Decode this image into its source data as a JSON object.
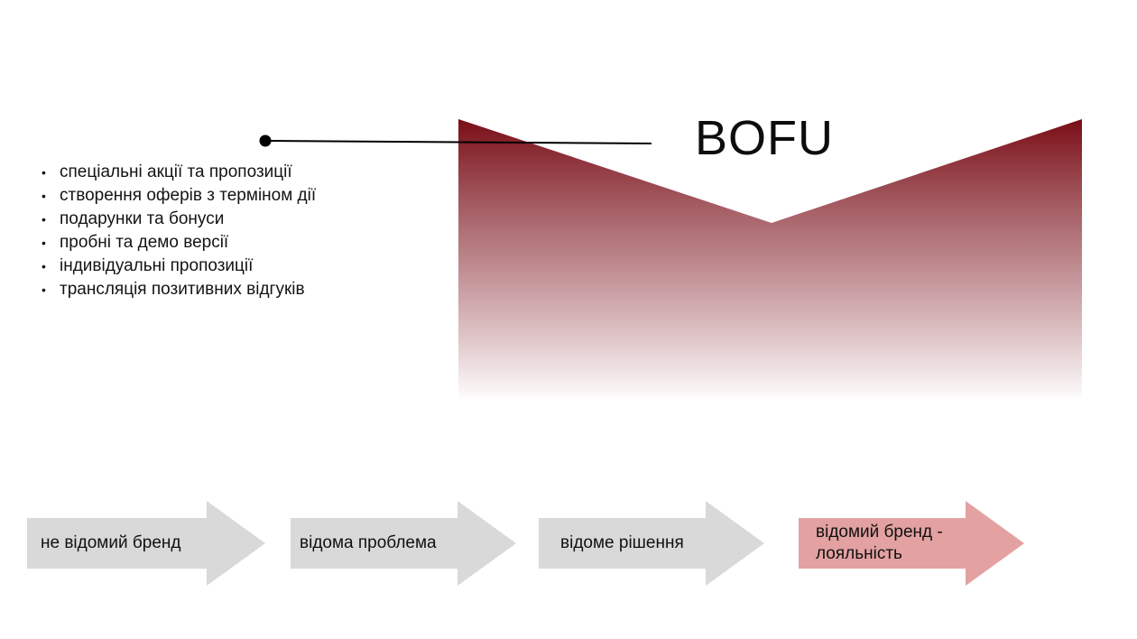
{
  "stage": {
    "title": "BOFU"
  },
  "tactics": [
    "спеціальні акції та пропозиції",
    "створення оферів з терміном дії",
    "подарунки та бонуси",
    "пробні та демо версії",
    "індивідуальні пропозиції",
    "трансляція позитивних відгуків"
  ],
  "bullet_glyph": "•",
  "journey": [
    {
      "label": "не відомий бренд",
      "active": false
    },
    {
      "label": "відома проблема",
      "active": false
    },
    {
      "label": "відоме рішення",
      "active": false
    },
    {
      "label": "відомий бренд - лояльність",
      "active": true
    }
  ],
  "colors": {
    "funnel_top": "#7a0d16",
    "funnel_bottom": "#ffffff",
    "arrow_inactive": "#d9d9d9",
    "arrow_active": "#e3a1a1",
    "connector": "#000000"
  }
}
